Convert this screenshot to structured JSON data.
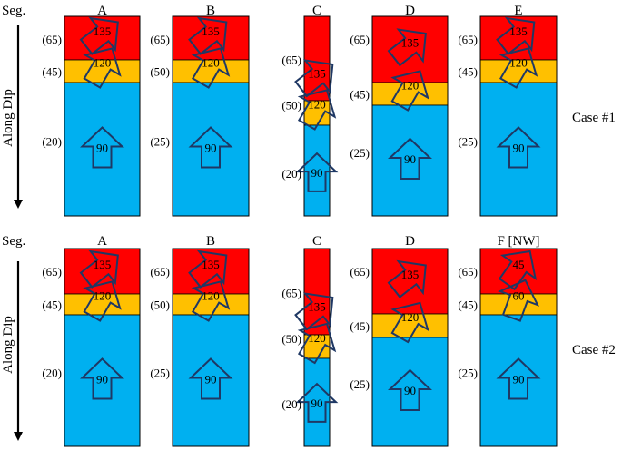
{
  "colors": {
    "red": "#ff0000",
    "yellow": "#ffc000",
    "blue": "#00b0f0",
    "arrow_stroke": "#1f3864",
    "border": "#000000",
    "text": "#000000"
  },
  "icons": {
    "dip_arrow": "down-arrow-icon",
    "slip_arrow": "block-arrow-icon"
  },
  "seg_label": "Seg.",
  "dip_label": "Along Dip",
  "cases": [
    {
      "label": "Case #1",
      "columns": [
        {
          "name": "A",
          "segments": [
            {
              "color": "red",
              "depth": "(65)",
              "angle": "135"
            },
            {
              "color": "yellow",
              "depth": "(45)",
              "angle": "120"
            },
            {
              "color": "blue",
              "depth": "(20)",
              "angle": "90"
            }
          ]
        },
        {
          "name": "B",
          "segments": [
            {
              "color": "red",
              "depth": "(65)",
              "angle": "135"
            },
            {
              "color": "yellow",
              "depth": "(50)",
              "angle": "120"
            },
            {
              "color": "blue",
              "depth": "(25)",
              "angle": "90"
            }
          ]
        },
        {
          "name": "C",
          "segments": [
            {
              "color": "red",
              "depth": "(65)",
              "angle": "135"
            },
            {
              "color": "yellow",
              "depth": "(50)",
              "angle": "120"
            },
            {
              "color": "blue",
              "depth": "(20)",
              "angle": "90"
            }
          ]
        },
        {
          "name": "D",
          "segments": [
            {
              "color": "red",
              "depth": "(65)",
              "angle": "135"
            },
            {
              "color": "yellow",
              "depth": "(45)",
              "angle": "120"
            },
            {
              "color": "blue",
              "depth": "(25)",
              "angle": "90"
            }
          ]
        },
        {
          "name": "E",
          "segments": [
            {
              "color": "red",
              "depth": "(65)",
              "angle": "135"
            },
            {
              "color": "yellow",
              "depth": "(45)",
              "angle": "120"
            },
            {
              "color": "blue",
              "depth": "(25)",
              "angle": "90"
            }
          ]
        }
      ]
    },
    {
      "label": "Case #2",
      "columns": [
        {
          "name": "A",
          "segments": [
            {
              "color": "red",
              "depth": "(65)",
              "angle": "135"
            },
            {
              "color": "yellow",
              "depth": "(45)",
              "angle": "120"
            },
            {
              "color": "blue",
              "depth": "(20)",
              "angle": "90"
            }
          ]
        },
        {
          "name": "B",
          "segments": [
            {
              "color": "red",
              "depth": "(65)",
              "angle": "135"
            },
            {
              "color": "yellow",
              "depth": "(50)",
              "angle": "120"
            },
            {
              "color": "blue",
              "depth": "(25)",
              "angle": "90"
            }
          ]
        },
        {
          "name": "C",
          "segments": [
            {
              "color": "red",
              "depth": "(65)",
              "angle": "135"
            },
            {
              "color": "yellow",
              "depth": "(50)",
              "angle": "120"
            },
            {
              "color": "blue",
              "depth": "(20)",
              "angle": "90"
            }
          ]
        },
        {
          "name": "D",
          "segments": [
            {
              "color": "red",
              "depth": "(65)",
              "angle": "135"
            },
            {
              "color": "yellow",
              "depth": "(45)",
              "angle": "120"
            },
            {
              "color": "blue",
              "depth": "(25)",
              "angle": "90"
            }
          ]
        },
        {
          "name": "F [NW]",
          "segments": [
            {
              "color": "red",
              "depth": "(65)",
              "angle": "45"
            },
            {
              "color": "yellow",
              "depth": "(45)",
              "angle": "60"
            },
            {
              "color": "blue",
              "depth": "(25)",
              "angle": "90"
            }
          ]
        }
      ]
    }
  ]
}
